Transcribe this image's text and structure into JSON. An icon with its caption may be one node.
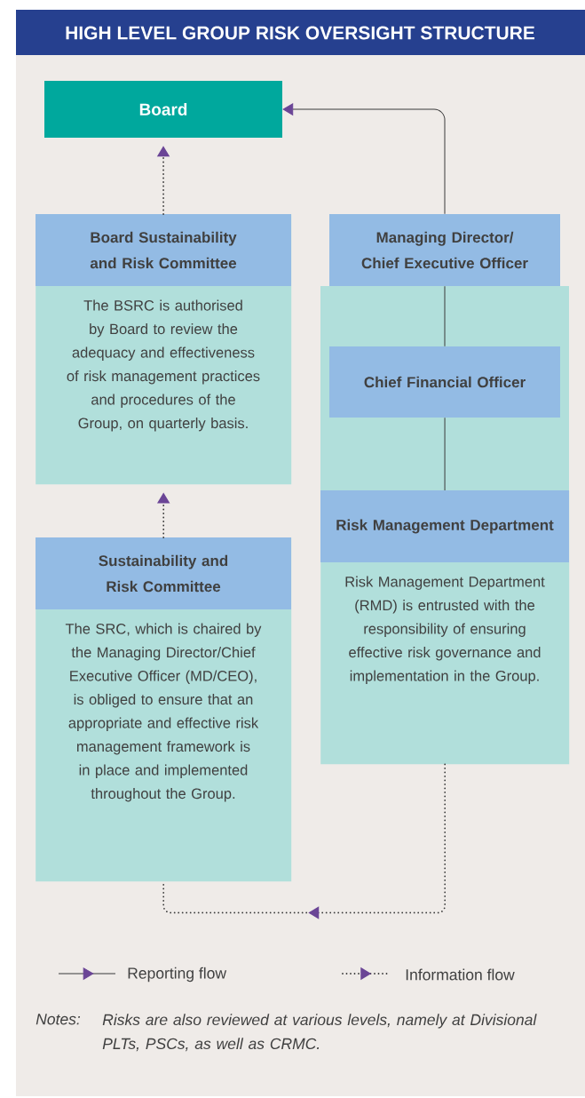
{
  "diagram": {
    "title": "HIGH LEVEL GROUP RISK OVERSIGHT STRUCTURE",
    "nodes": [
      {
        "text": [
          "Board"
        ]
      },
      {
        "text": [
          "Board Sustainability and Risk Committee",
          "The BSRC is authorised by Board to review the adequacy and effectiveness of risk management practices and procedures of the Group, on quarterly basis."
        ]
      },
      {
        "text": [
          "Managing Director/ Chief Executive Officer"
        ]
      },
      {
        "text": [
          "Chief Financial Officer"
        ]
      },
      {
        "text": [
          "Risk Management Department",
          "Risk Management Department (RMD) is entrusted with the responsibility of ensuring effective risk governance and implementation in the Group."
        ]
      },
      {
        "text": [
          "Sustainability and Risk Committee",
          "The SRC, which is chaired by the Managing Director/Chief Executive Officer (MD/CEO), is obliged to ensure that an appropriate and effective risk management framework is in place and implemented throughout the Group."
        ]
      }
    ],
    "edges": [
      {
        "from": 2,
        "to": 0,
        "arrow": "to"
      },
      {
        "from": 1,
        "to": 0,
        "arrow": "to",
        "style": "dashed"
      },
      {
        "from": 2,
        "to": 3,
        "arrow": "none"
      },
      {
        "from": 3,
        "to": 4,
        "arrow": "none"
      },
      {
        "from": 5,
        "to": 1,
        "arrow": "to",
        "style": "dashed"
      },
      {
        "from": 4,
        "to": 5,
        "arrow": "to",
        "style": "dashed"
      }
    ],
    "labels": [
      "Notes:",
      "Risks are also reviewed at various levels, namely at Divisional PLTs, PSCs, as well as CRMC."
    ],
    "legend": [
      {
        "text": "Reporting flow"
      },
      {
        "text": "Information flow"
      }
    ]
  }
}
